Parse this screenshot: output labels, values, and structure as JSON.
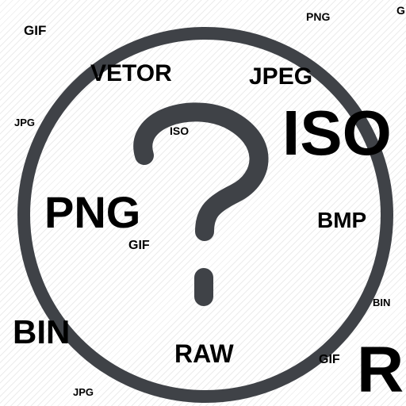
{
  "icon": {
    "name": "question-mark-circle-icon",
    "stroke_color": "#3f4247"
  },
  "background": {
    "color": "#ffffff",
    "stripe_color": "#ececec"
  },
  "format_words": {
    "gif_1": "GIF",
    "png_1": "PNG",
    "g": "G",
    "vetor": "VETOR",
    "jpeg": "JPEG",
    "jpg_1": "JPG",
    "iso_1": "ISO",
    "iso_2": "ISO",
    "png_2": "PNG",
    "bmp": "BMP",
    "gif_2": "GIF",
    "bin_1": "BIN",
    "bin_2": "BIN",
    "raw": "RAW",
    "gif_3": "GIF",
    "r": "R",
    "jpg_2": "JPG"
  }
}
